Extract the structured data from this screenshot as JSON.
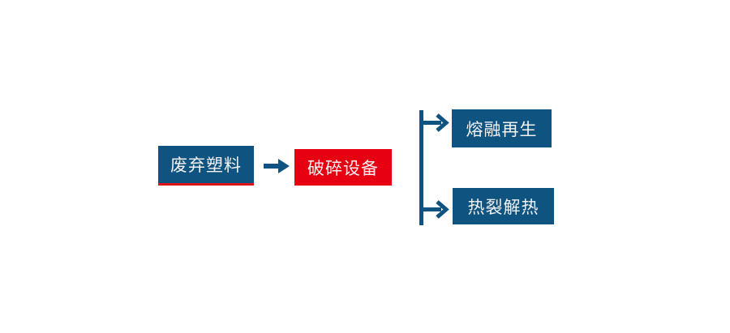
{
  "colors": {
    "page_bg": "#FFFFFF",
    "box_blue": "#0F5381",
    "box_red": "#E60012",
    "underline_red": "#DF1418",
    "line_blue": "#0F5381",
    "text_light": "#F2F2F2"
  },
  "diagram": {
    "nodes": {
      "waste": {
        "label": "废弃塑料"
      },
      "crush": {
        "label": "破碎设备"
      },
      "melt": {
        "label": "熔融再生"
      },
      "pyrolysis": {
        "label": "热裂解热"
      }
    },
    "icons": {
      "main_arrow": "right-arrow-icon",
      "branch_top_arrow": "right-arrow-icon",
      "branch_bottom_arrow": "right-arrow-icon",
      "branch_line": "vertical-connector-line"
    }
  }
}
